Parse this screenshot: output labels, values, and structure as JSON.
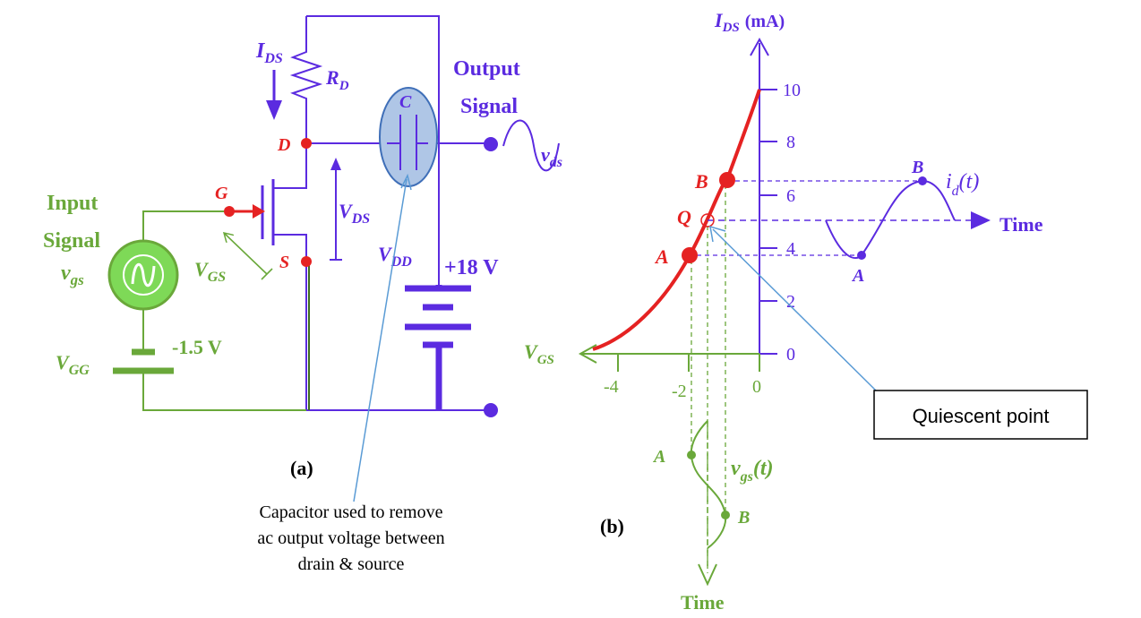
{
  "colors": {
    "purple": "#5B2BE0",
    "red": "#E52222",
    "green": "#6AA83A",
    "cap_fill": "#AFC6E6",
    "cap_stroke": "#3F6FB8",
    "callout_line": "#5A9BD5",
    "black": "#000000"
  },
  "circuit": {
    "ids_label": "I",
    "ids_sub": "DS",
    "rd_label": "R",
    "rd_sub": "D",
    "cap_label": "C",
    "drain_label": "D",
    "gate_label": "G",
    "source_label": "S",
    "vds_label": "V",
    "vds_sub": "DS",
    "vgs_label": "V",
    "vgs_sub": "GS",
    "vdd_label": "V",
    "vdd_sub": "DD",
    "vdd_value": "+18 V",
    "vgg_label": "V",
    "vgg_sub": "GG",
    "vgg_value": "-1.5 V",
    "input_line1": "Input",
    "input_line2": "Signal",
    "input_vgs": "v",
    "input_vgs_sub": "gs",
    "output_line1": "Output",
    "output_line2": "Signal",
    "output_vds": "v",
    "output_vds_sub": "ds",
    "caption": "(a)",
    "cap_note_line1": "Capacitor used to remove",
    "cap_note_line2": "ac output voltage between",
    "cap_note_line3": "drain & source"
  },
  "graph": {
    "y_axis_label": "I",
    "y_axis_sub": "DS",
    "y_axis_unit": "(mA)",
    "y_ticks": [
      "0",
      "2",
      "4",
      "6",
      "8",
      "10"
    ],
    "x_axis_label": "V",
    "x_axis_sub": "GS",
    "x_ticks": [
      "-4",
      "-2",
      "0"
    ],
    "point_a": "A",
    "point_b": "B",
    "point_q": "Q",
    "id_label": "i",
    "id_sub": "d",
    "id_arg": "(t)",
    "time_right": "Time",
    "time_bottom": "Time",
    "vgs_t_label": "v",
    "vgs_t_sub": "gs",
    "vgs_t_arg": "(t)",
    "wave_a_right": "A",
    "wave_b_right": "B",
    "wave_a_bottom": "A",
    "wave_b_bottom": "B",
    "caption": "(b)",
    "callout": "Quiescent point"
  }
}
